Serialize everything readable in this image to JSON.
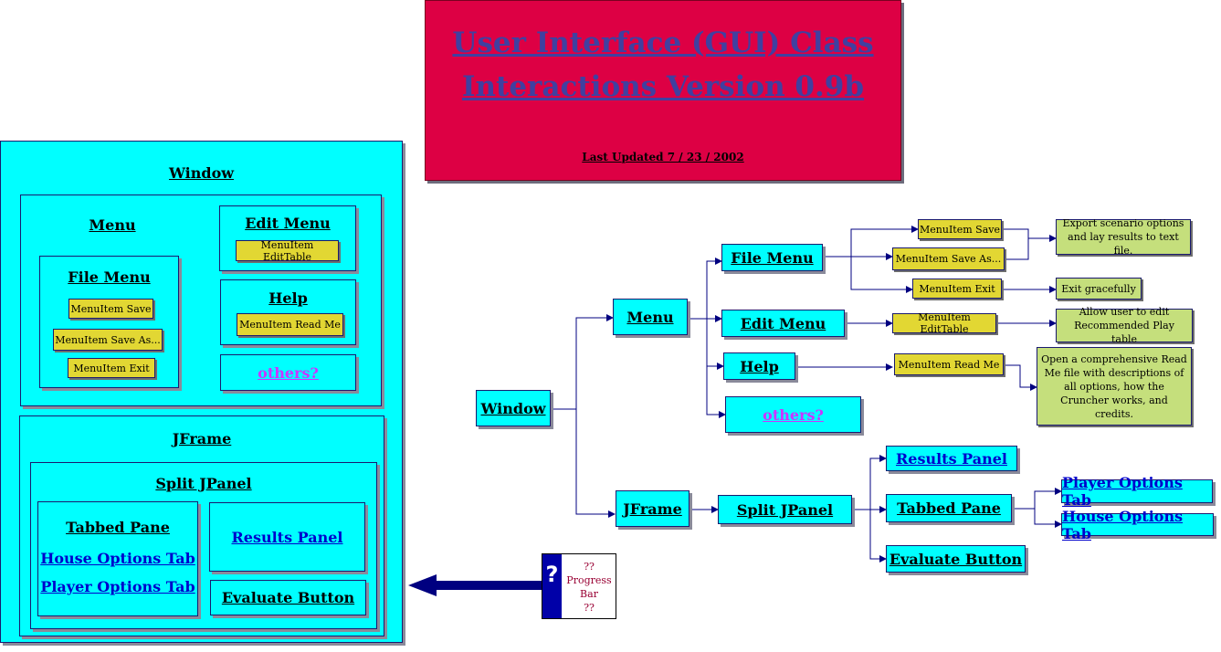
{
  "banner": {
    "title_line1": "User Interface (GUI) Class",
    "title_line2": "Interactions Version 0.9b",
    "updated": "Last Updated  7 / 23 / 2002"
  },
  "left": {
    "window": "Window",
    "menu": "Menu",
    "file_menu": "File Menu",
    "mi_save": "MenuItem Save",
    "mi_save_as": "MenuItem Save As...",
    "mi_exit": "MenuItem Exit",
    "edit_menu": "Edit Menu",
    "mi_edit_table": "MenuItem EditTable",
    "help": "Help",
    "mi_read_me": "MenuItem Read Me",
    "others": "others?",
    "jframe": "JFrame",
    "split": "Split JPanel",
    "tabbed": "Tabbed Pane",
    "house_tab": "House Options Tab",
    "player_tab": "Player Options Tab",
    "results": "Results Panel",
    "evaluate": "Evaluate Button"
  },
  "progress": {
    "icon": "question-icon",
    "line1": "??",
    "line2": "Progress",
    "line3": "Bar",
    "line4": "??"
  },
  "tree": {
    "window": "Window",
    "menu": "Menu",
    "jframe": "JFrame",
    "file_menu": "File Menu",
    "edit_menu": "Edit Menu",
    "help": "Help",
    "others": "others?",
    "mi_save": "MenuItem Save",
    "mi_save_as": "MenuItem Save As...",
    "mi_exit": "MenuItem Exit",
    "mi_edit_table": "MenuItem EditTable",
    "mi_read_me": "MenuItem Read Me",
    "note_export": "Export scenario options and lay results to text file.",
    "note_exit": "Exit gracefully",
    "note_allow": "Allow user to edit Recommended Play table",
    "note_readme": "Open a comprehensive Read Me file with descriptions of all options, how the Cruncher works, and credits.",
    "split": "Split JPanel",
    "results": "Results Panel",
    "tabbed": "Tabbed Pane",
    "evaluate": "Evaluate Button",
    "player_tab": "Player Options Tab",
    "house_tab": "House Options Tab"
  },
  "colors": {
    "cyan": "#00ffff",
    "banner": "#dd0044",
    "item": "#e2d733",
    "note": "#c5df7c",
    "link": "#0000cc",
    "others": "#cc33ff",
    "arrow": "#000080"
  }
}
